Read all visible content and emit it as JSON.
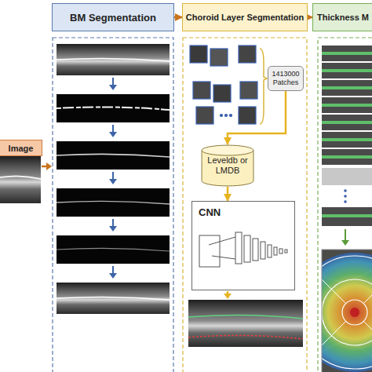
{
  "diagram": {
    "nodes": [
      {
        "text": [
          "Image"
        ]
      },
      {
        "text": [
          "BM Segmentation"
        ]
      },
      {
        "text": [
          "Choroid Layer Segmentation"
        ]
      },
      {
        "text": [
          "Thickness M"
        ]
      },
      {
        "text": [
          "1413000 Patches"
        ]
      },
      {
        "text": [
          "Leveldb or LMDB"
        ]
      },
      {
        "text": [
          "CNN"
        ]
      }
    ],
    "edges": [
      {
        "from": 1,
        "to": 2,
        "arrow": "to"
      },
      {
        "from": 2,
        "to": 3,
        "arrow": "to"
      },
      {
        "from": 4,
        "to": 5,
        "arrow": "to"
      },
      {
        "from": 5,
        "to": 6,
        "arrow": "to"
      }
    ]
  }
}
